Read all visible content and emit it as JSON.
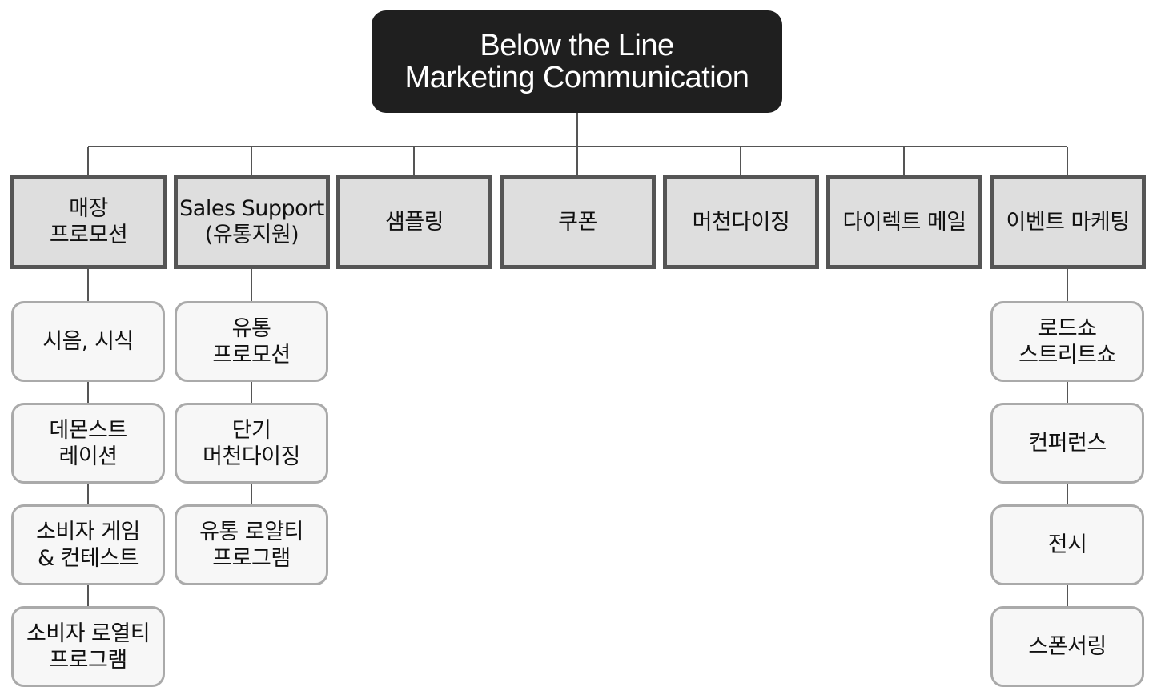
{
  "root": {
    "title": "Below the Line\nMarketing Communication"
  },
  "categories": [
    {
      "label": "매장\n프로모션",
      "children": [
        "시음, 시식",
        "데몬스트\n레이션",
        "소비자 게임\n& 컨테스트",
        "소비자 로열티\n프로그램"
      ]
    },
    {
      "label": "Sales Support\n(유통지원)",
      "children": [
        "유통\n프로모션",
        "단기\n머천다이징",
        "유통 로얄티\n프로그램"
      ]
    },
    {
      "label": "샘플링",
      "children": []
    },
    {
      "label": "쿠폰",
      "children": []
    },
    {
      "label": "머천다이징",
      "children": []
    },
    {
      "label": "다이렉트 메일",
      "children": []
    },
    {
      "label": "이벤트 마케팅",
      "children": [
        "로드쇼\n스트리트쇼",
        "컨퍼런스",
        "전시",
        "스폰서링"
      ]
    }
  ],
  "colors": {
    "root_fill": "#1f1f1f",
    "root_text": "#ffffff",
    "category_fill": "#dedede",
    "category_border": "#555555",
    "child_fill": "#f7f7f7",
    "child_border": "#aaaaaa",
    "connector": "#555555"
  }
}
